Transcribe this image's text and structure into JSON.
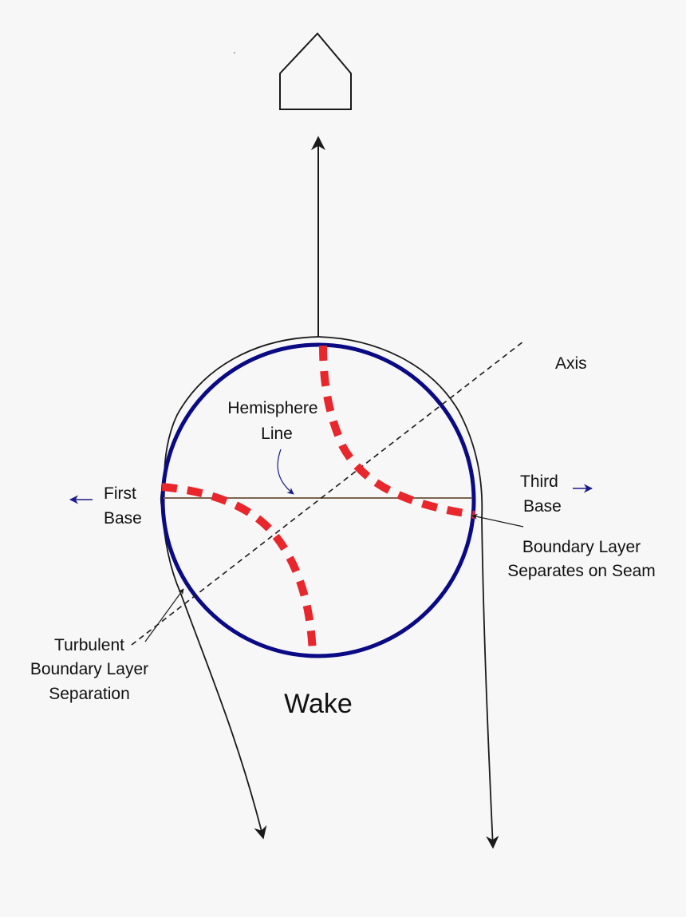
{
  "labels": {
    "axis": "Axis",
    "hemisphere_line_1": "Hemisphere",
    "hemisphere_line_2": "Line",
    "first_base_1": "First",
    "first_base_2": "Base",
    "third_base_1": "Third",
    "third_base_2": "Base",
    "boundary_seam_1": "Boundary Layer",
    "boundary_seam_2": "Separates on Seam",
    "turbulent_1": "Turbulent",
    "turbulent_2": "Boundary Layer",
    "turbulent_3": "Separation",
    "wake": "Wake"
  },
  "colors": {
    "ball_outline": "#0a0a85",
    "seam": "#e8262c",
    "flow_lines": "#1a1a1a",
    "hemisphere_line": "#7a6650",
    "direction_arrows": "#1a1a8a"
  },
  "icons": {
    "home_plate": "home-plate-icon"
  }
}
